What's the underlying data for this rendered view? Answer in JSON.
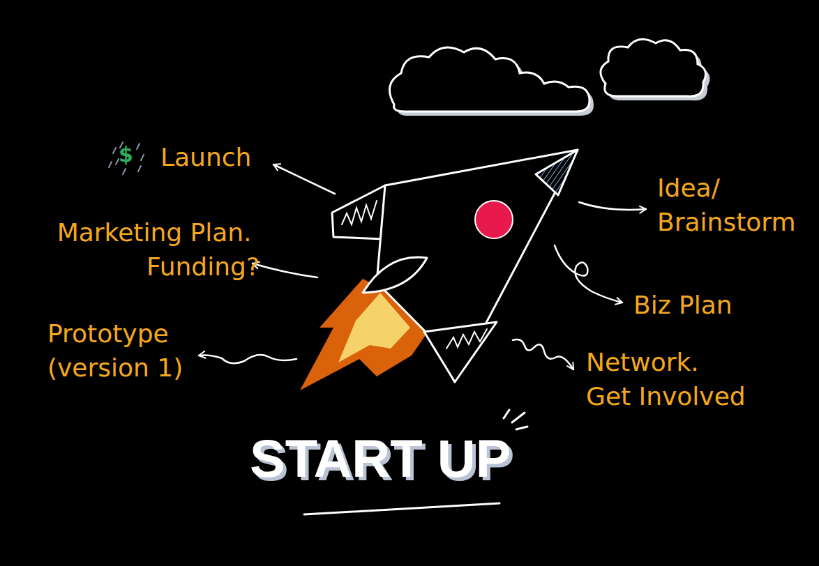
{
  "diagram": {
    "title": "START UP",
    "labels": [
      "$",
      "Launch",
      "Marketing Plan. Funding?",
      "Prototype (version 1)",
      "Idea/ Brainstorm",
      "Biz Plan",
      "Network. Get Involved"
    ]
  }
}
